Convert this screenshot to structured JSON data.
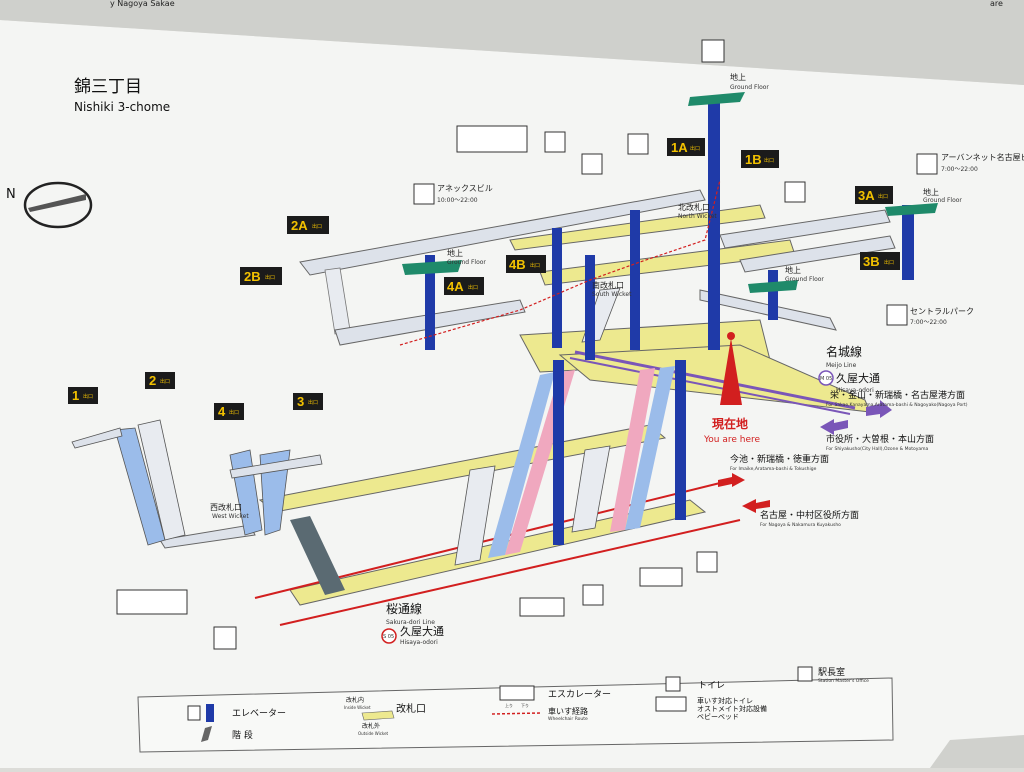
{
  "header": {
    "top_text": "y Nagoya Sakae",
    "top_right_text": "are"
  },
  "station": {
    "name_jp": "錦三丁目",
    "name_en": "Nishiki 3-chome"
  },
  "compass": {
    "label": "N"
  },
  "exits": [
    {
      "label": "1A",
      "sub": "出口"
    },
    {
      "label": "1B",
      "sub": "出口"
    },
    {
      "label": "2A",
      "sub": "出口"
    },
    {
      "label": "2B",
      "sub": "出口"
    },
    {
      "label": "3A",
      "sub": "出口"
    },
    {
      "label": "3B",
      "sub": "出口"
    },
    {
      "label": "4A",
      "sub": "出口"
    },
    {
      "label": "4B",
      "sub": "出口"
    },
    {
      "label": "1",
      "sub": "出口"
    },
    {
      "label": "2",
      "sub": "出口"
    },
    {
      "label": "3",
      "sub": "出口"
    },
    {
      "label": "4",
      "sub": "出口"
    }
  ],
  "places": {
    "annex": {
      "jp": "アネックスビル",
      "hours": "10:00～22:00"
    },
    "urbannet": {
      "jp": "アーバンネット名古屋ビル",
      "hours": "7:00～22:00"
    },
    "central": {
      "jp": "セントラルパーク",
      "hours": "7:00～22:00"
    }
  },
  "ground": {
    "jp": "地上",
    "en": "Ground Floor"
  },
  "wickets": {
    "north": {
      "jp": "北改札口",
      "en": "North Wicket"
    },
    "south": {
      "jp": "南改札口",
      "en": "South Wicket"
    },
    "west": {
      "jp": "西改札口",
      "en": "West Wicket"
    }
  },
  "lines": {
    "meijo": {
      "jp": "名城線",
      "en": "Meijo Line",
      "code": "M 05",
      "stn_jp": "久屋大通",
      "stn_en": "Hisaya-odori"
    },
    "sakura": {
      "jp": "桜通線",
      "en": "Sakura-dori Line",
      "code": "S 05",
      "stn_jp": "久屋大通",
      "stn_en": "Hisaya-odori"
    }
  },
  "you_are_here": {
    "jp": "現在地",
    "en": "You are here"
  },
  "directions": [
    {
      "jp": "栄・金山・新瑞橋・名古屋港方面",
      "en": "For Sakae,Kanayama,Aratama-bashi & Nagoyako(Nagoya Port)"
    },
    {
      "jp": "市役所・大曽根・本山方面",
      "en": "For Shiyakusho(City Hall),Ozone & Motoyama"
    },
    {
      "jp": "今池・新瑞橋・徳重方面",
      "en": "For Imaike,Aratama-bashi & Tokushige"
    },
    {
      "jp": "名古屋・中村区役所方面",
      "en": "For Nagoya & Nakamura Kuyakusho"
    }
  ],
  "legend": {
    "elevator": "エレベーター",
    "stairs": "階 段",
    "inside": {
      "jp": "改札内",
      "en": "Inside Wicket"
    },
    "outside": {
      "jp": "改札外",
      "en": "Outside Wicket"
    },
    "wicket": "改札口",
    "escalator": "エスカレーター",
    "esc_up": "上り",
    "esc_down": "下り",
    "wheelchair_route": {
      "jp": "車いす経路",
      "en": "Wheelchair Route"
    },
    "toilet": "トイレ",
    "accessible": [
      "車いす対応トイレ",
      "オストメイト対応設備",
      "ベビーベッド"
    ],
    "office": {
      "jp": "駅長室",
      "en": "Station Master's Office"
    }
  },
  "colors": {
    "board": "#f4f5f3",
    "yellow": "#ede98f",
    "gray_walk": "#dde2ea",
    "pillar": "#1f3aa8",
    "pink": "#f0a8bf",
    "light_blue": "#9bbcea",
    "purple": "#7a56b8",
    "red": "#d21f1f",
    "green": "#1f8a6a",
    "exit_bg": "#1b1b1b",
    "exit_text": "#f2c100"
  }
}
